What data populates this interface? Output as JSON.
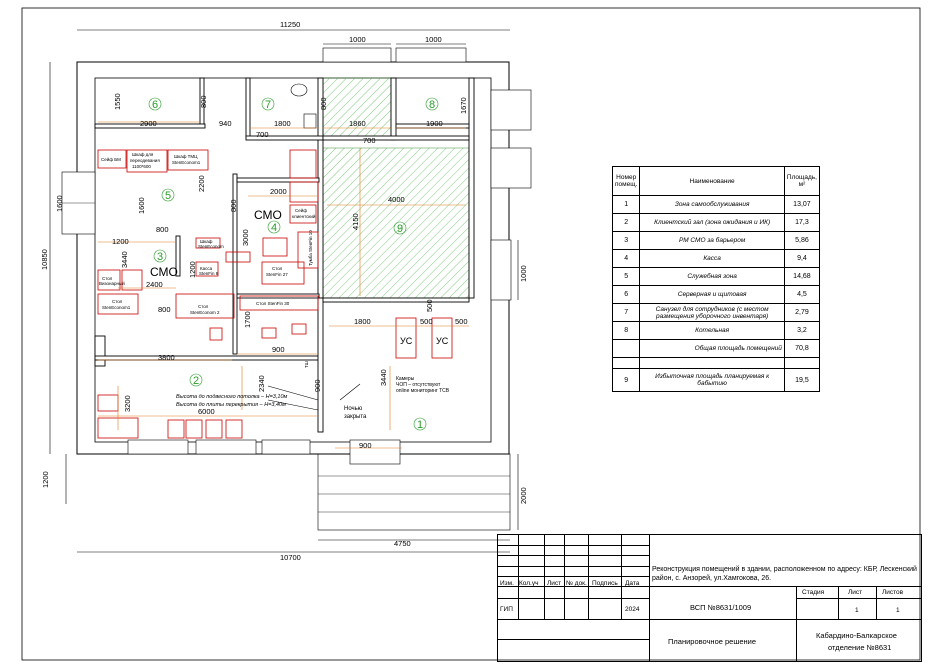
{
  "dimensions": {
    "top_total": "11250",
    "top_1000_a": "1000",
    "top_1000_b": "1000",
    "left_total": "10850",
    "left_1600": "1600",
    "left_1200": "1200",
    "bottom_total": "10700",
    "bottom_4750": "4750",
    "right_1000": "1000",
    "right_2000": "2000",
    "d1550": "1550",
    "d2900": "2900",
    "d800a": "800",
    "d940": "940",
    "d1800a": "1800",
    "d800b": "800",
    "d1670": "1670",
    "d1860": "1860",
    "d1900": "1900",
    "d700a": "700",
    "d700b": "700",
    "d2200": "2200",
    "d1600b": "1600",
    "d800c": "800",
    "d2000": "2000",
    "d800d": "800",
    "d4000": "4000",
    "d4150": "4150",
    "d3000": "3000",
    "d1200a": "1200",
    "d3440a": "3440",
    "d1200b": "1200",
    "d2400": "2400",
    "d1700": "1700",
    "d800e": "800",
    "d1800b": "1800",
    "d500a": "500",
    "d500b": "500",
    "d500c": "500",
    "d900a": "900",
    "d3800": "3800",
    "d2340": "2340",
    "d900b": "900",
    "d900c": "900",
    "d6000": "6000",
    "d3200": "3200",
    "d3440b": "3440",
    "d900d": "900"
  },
  "rooms": {
    "r1": "1",
    "r2": "2",
    "r3": "3",
    "r4": "4",
    "r5": "5",
    "r6": "6",
    "r7": "7",
    "r8": "8",
    "r9": "9"
  },
  "labels": {
    "cmo_left": "СМО",
    "cmo_center": "СМО",
    "us_a": "УС",
    "us_b": "УС",
    "night_door_1": "Ночью",
    "night_door_2": "закрыта",
    "ceiling_1": "Высота до подвесного потолка – Н=3,10м",
    "ceiling_2": "Высота до плиты перекрытия – Н=3,40м",
    "camera_1": "Камеры",
    "camera_2": "ЧОП – отсутствуют",
    "camera_3": "online мониторинг ТСВ",
    "seif_bm": "Сейф БМ",
    "shkaf_per_1": "Шкаф для",
    "shkaf_per_2": "переодевания",
    "shkaf_per_3": "1100*600",
    "shkaf_tmc_1": "Шкаф ТМЦ",
    "shkaf_tmc_2": "StenEconom1",
    "shkaf_c": "Шкаф",
    "shkaf_c2": "StenEconom",
    "kassa": "Касса",
    "kassa2": "StenFin 8",
    "stol_sf27": "Стол",
    "stol_sf27b": "StenFin 27",
    "stol_sf30": "Стол StenFin 30",
    "stol_se2a": "Стол",
    "stol_se2b": "StenEconom 2",
    "tumba": "Тумба StenFin 10",
    "seif_slz": "Сейф",
    "seif_slz2": "клиентский",
    "stol_v1": "Стол",
    "stol_v2": "Визонарный",
    "stol_se1": "Стол",
    "stol_se1b": "StenEconom1",
    "tsh": "ТШ"
  },
  "legend": {
    "h_num": "Номер помещ.",
    "h_name": "Наименование",
    "h_area": "Площадь, м²",
    "rows": [
      {
        "n": "1",
        "name": "Зона самообслуживания",
        "area": "13,07"
      },
      {
        "n": "2",
        "name": "Клиентский зал (зона ожидания и ИК)",
        "area": "17,3"
      },
      {
        "n": "3",
        "name": "РМ СМО за барьером",
        "area": "5,86"
      },
      {
        "n": "4",
        "name": "Касса",
        "area": "9,4"
      },
      {
        "n": "5",
        "name": "Служебная зона",
        "area": "14,68"
      },
      {
        "n": "6",
        "name": "Серверная и щитовая",
        "area": "4,5"
      },
      {
        "n": "7",
        "name": "Санузел для сотрудников (с местом размещения уборочного инвентаря)",
        "area": "2,79"
      },
      {
        "n": "8",
        "name": "Котельная",
        "area": "3,2"
      }
    ],
    "total_label": "Общая площадь помещений",
    "total_area": "70,8",
    "extra": {
      "n": "9",
      "name": "Избыточная площадь планируемая к бабытию",
      "area": "19,5"
    }
  },
  "title_block": {
    "project": "Реконструкция помещений в здании, расположенном по адресу: КБР, Лескенский район, с. Анзорей, ул.Хамгокова, 26.",
    "code": "ВСП №8631/1009",
    "sheet_name": "Планировочное решение",
    "org_1": "Кабардино-Балкарское",
    "org_2": "отделение №8631",
    "col_izm": "Изм.",
    "col_kol": "Кол.уч",
    "col_list": "Лист",
    "col_doc": "№ док.",
    "col_sign": "Подпись",
    "col_date": "Дата",
    "gip": "ГИП",
    "year": "2024",
    "stadia": "Стадия",
    "list": "Лист",
    "listov": "Листов",
    "list_val": "1",
    "listov_val": "1"
  }
}
